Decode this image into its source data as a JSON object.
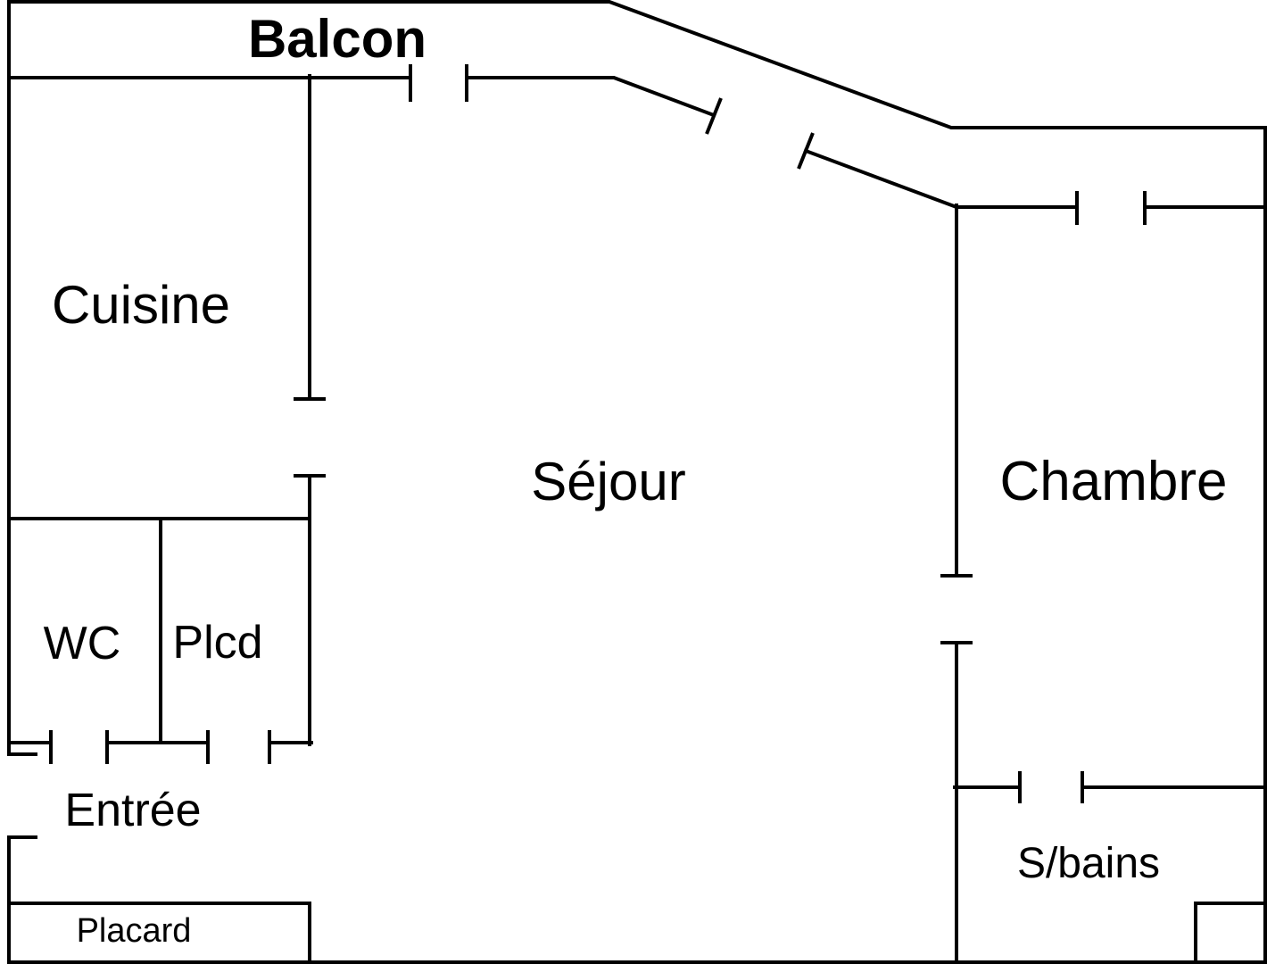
{
  "floorplan": {
    "labels": {
      "balcon": "Balcon",
      "cuisine": "Cuisine",
      "sejour": "Séjour",
      "chambre": "Chambre",
      "wc": "WC",
      "plcd": "Plcd",
      "entree": "Entrée",
      "sbains": "S/bains",
      "placard": "Placard"
    },
    "colors": {
      "wall": "#000000",
      "background": "#ffffff",
      "text": "#000000"
    }
  }
}
